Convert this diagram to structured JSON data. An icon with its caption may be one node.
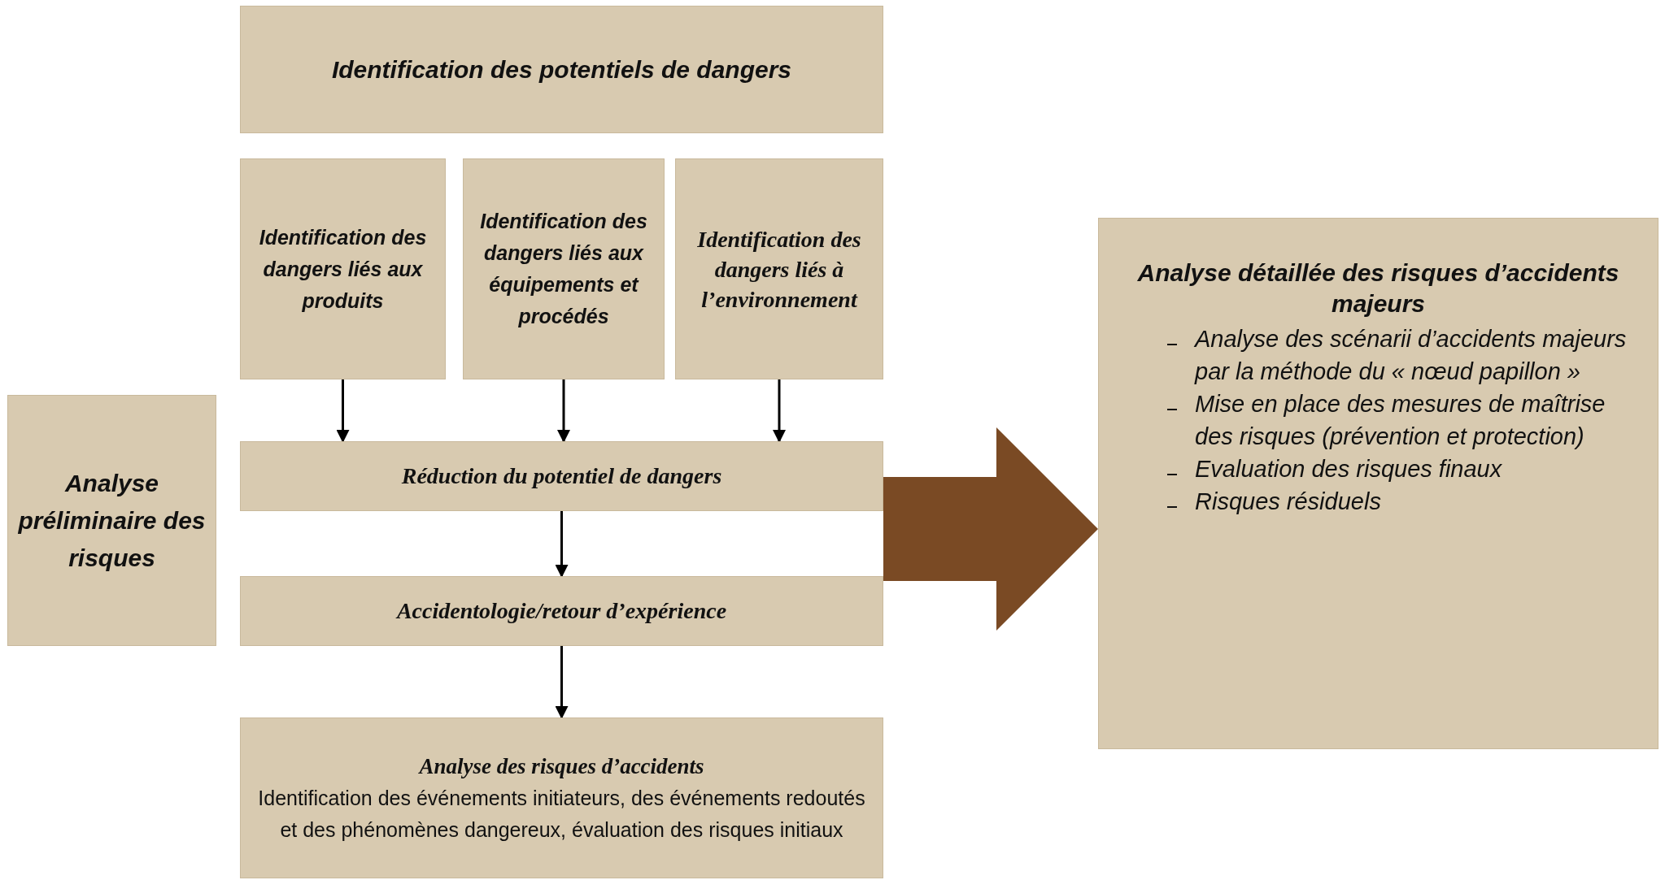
{
  "diagram": {
    "nodes": [
      {
        "text": [
          "Identification des potentiels de dangers"
        ]
      },
      {
        "text": [
          "Identification des dangers liés aux produits"
        ]
      },
      {
        "text": [
          "Identification des dangers liés aux équipements et procédés"
        ]
      },
      {
        "text": [
          "Identification des dangers liés à l’environnement"
        ]
      },
      {
        "text": [
          "Analyse préliminaire des risques"
        ]
      },
      {
        "text": [
          "Réduction du potentiel de dangers"
        ]
      },
      {
        "text": [
          "Accidentologie/retour d’expérience"
        ]
      },
      {
        "text": [
          "Analyse des risques d’accidents",
          "Identification des événements initiateurs, des événements redoutés et des phénomènes dangereux, évaluation des risques initiaux"
        ]
      },
      {
        "text": [
          "Analyse détaillée des risques d’accidents majeurs",
          "Analyse des scénarii d’accidents majeurs  par la  méthode du « nœud papillon »",
          "Mise en  place des mesures de maîtrise des risques (prévention et protection)",
          "Evaluation des risques finaux",
          "Risques résiduels"
        ]
      }
    ],
    "edges": [
      {
        "from": 1,
        "to": 5,
        "arrow": "to"
      },
      {
        "from": 2,
        "to": 5,
        "arrow": "to"
      },
      {
        "from": 3,
        "to": 5,
        "arrow": "to"
      },
      {
        "from": 5,
        "to": 6,
        "arrow": "to"
      },
      {
        "from": 6,
        "to": 7,
        "arrow": "to"
      },
      {
        "from": 5,
        "to": 8,
        "arrow": "to",
        "style": "thick",
        "color": "#7a4a24"
      }
    ]
  }
}
